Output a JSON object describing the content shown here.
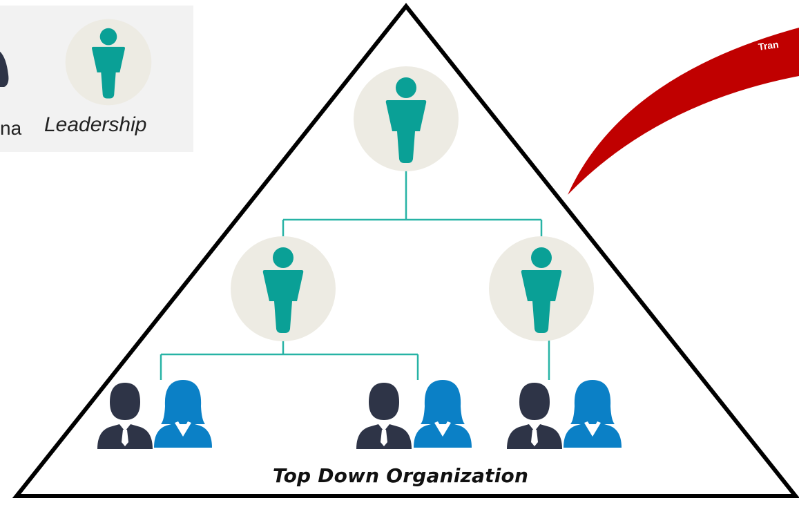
{
  "legend": {
    "partial_label": "na",
    "leadership_label": "Leadership"
  },
  "diagram": {
    "title": "Top Down Organization",
    "arrow_label": "Tran",
    "colors": {
      "leader_figure": "#0aa096",
      "leader_circle": "#edebe3",
      "connector": "#27b3a5",
      "man": "#2e3447",
      "woman": "#0b80c6",
      "arrow": "#c00000",
      "triangle_stroke": "#000000"
    }
  },
  "icons": [
    "leader-icon",
    "man-icon",
    "woman-icon",
    "person-icon",
    "curved-arrow-icon"
  ]
}
